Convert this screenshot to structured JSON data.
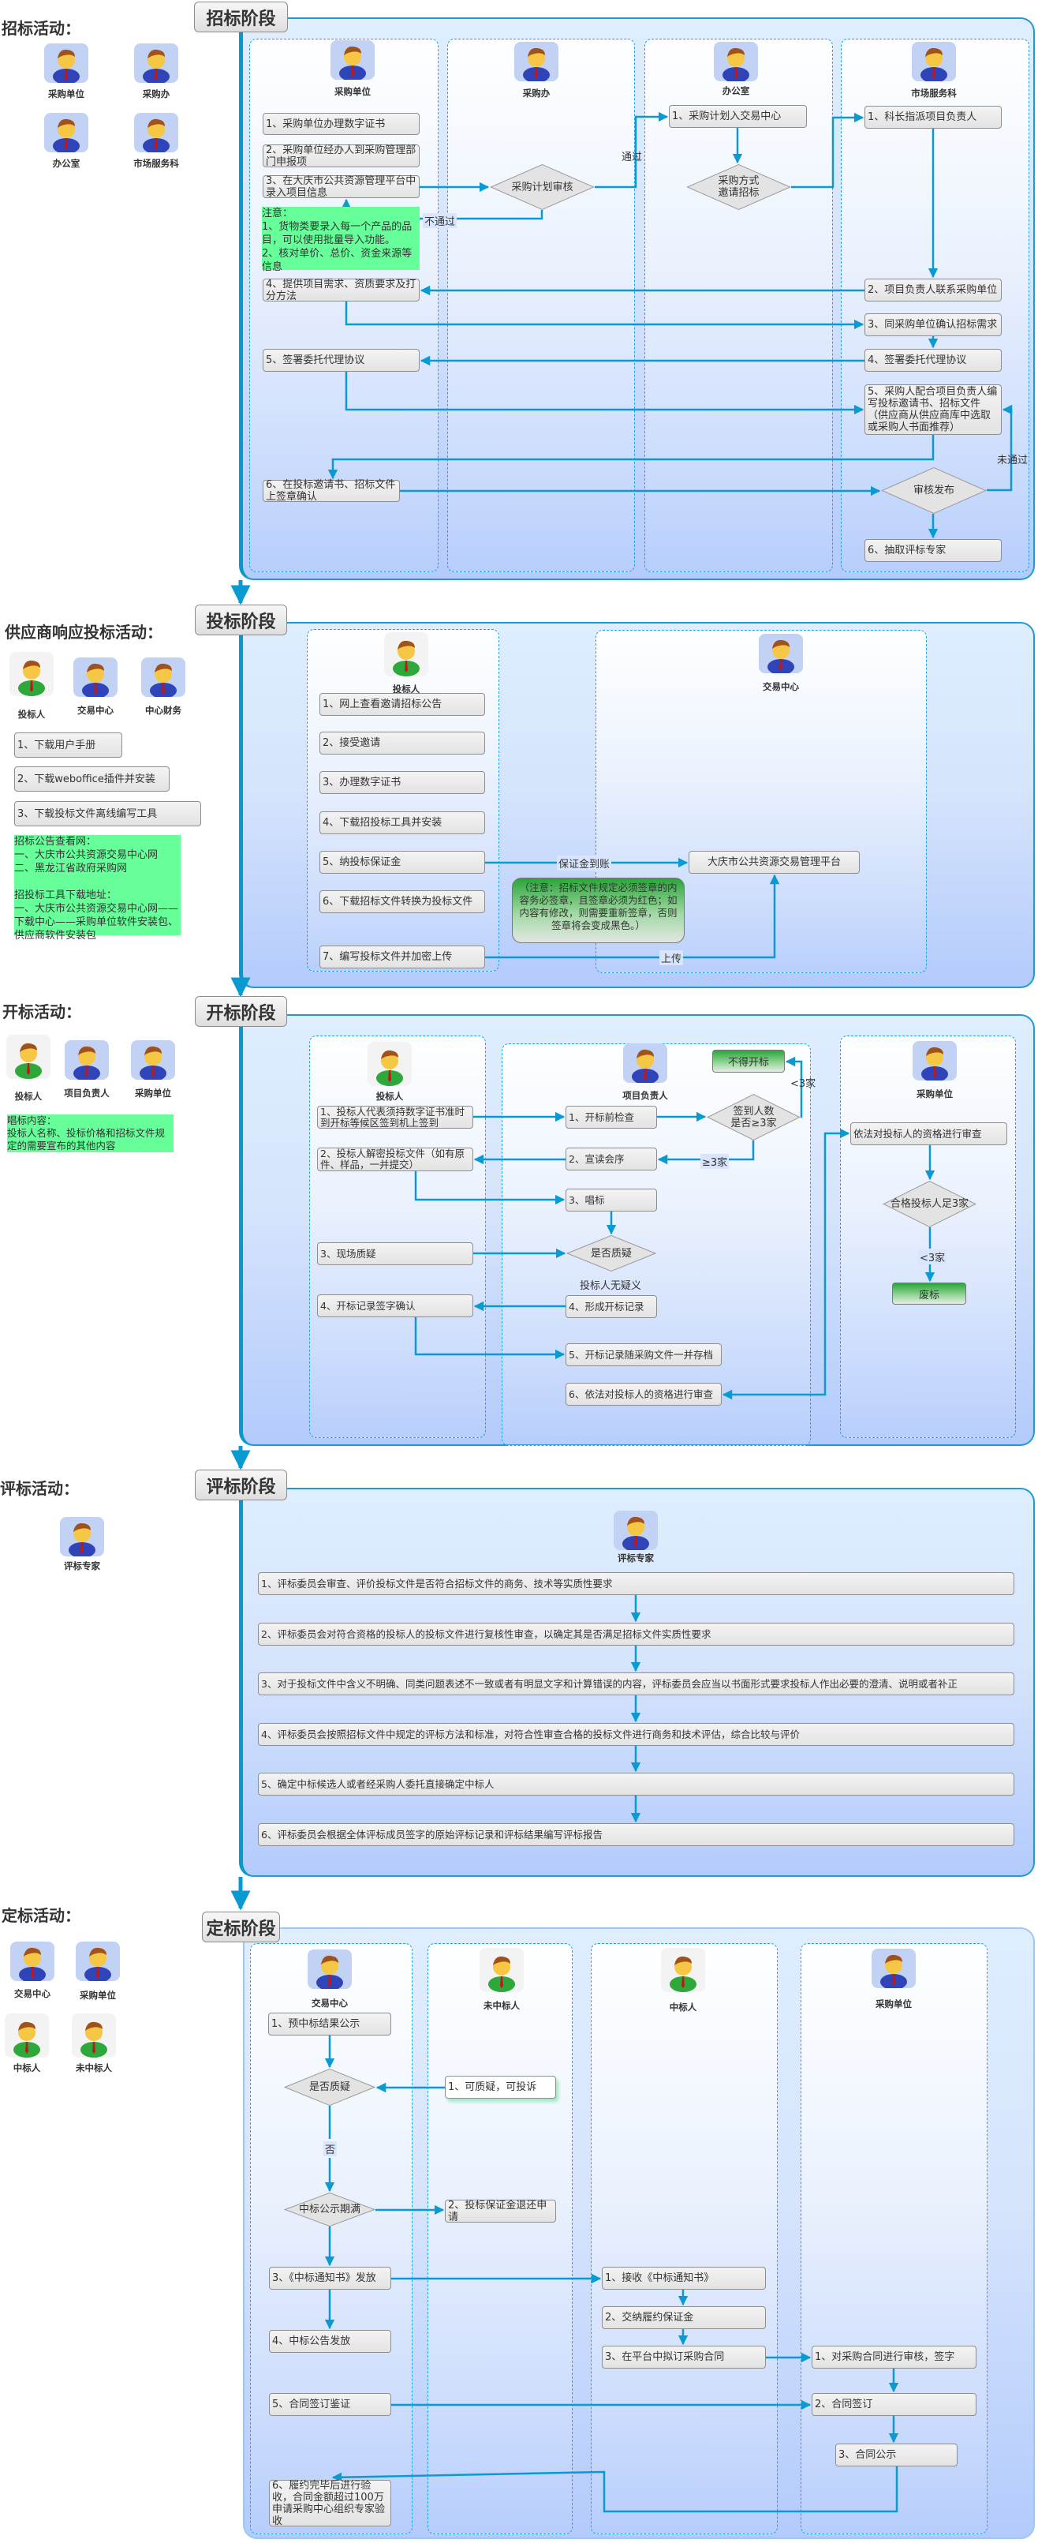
{
  "colors": {
    "connector": "#0a9ad2",
    "note_green": "#66ff99",
    "lane_border": "#1aa3ef",
    "panel_border": "#1e9bd2"
  },
  "s1": {
    "activity_title": "招标活动：",
    "stage": "招标阶段",
    "roles": [
      "采购单位",
      "采购办",
      "办公室",
      "市场服务科"
    ],
    "lanes": [
      "采购单位",
      "采购办",
      "办公室",
      "市场服务科"
    ],
    "unit_steps": [
      "1、采购单位办理数字证书",
      "2、采购单位经办人到采购管理部门申报项",
      "3、在大庆市公共资源管理平台中录入项目信息",
      "4、提供项目需求、资质要求及打分方法",
      "5、签署委托代理协议",
      "6、在投标邀请书、招标文件上签章确认"
    ],
    "note": "注意：\n1、货物类要录入每一个产品的品目，可以使用批量导入功能。\n2、核对单价、总价、资金来源等信息",
    "review_decision": "采购计划审核",
    "pass": "通过",
    "fail": "不通过",
    "office_step": "1、采购计划入交易中心",
    "method_decision": "采购方式\n邀请招标",
    "market_steps": [
      "1、科长指派项目负责人",
      "2、项目负责人联系采购单位",
      "3、同采购单位确认招标需求",
      "4、签署委托代理协议",
      "5、采购人配合项目负责人编写投标邀请书、招标文件（供应商从供应商库中选取或采购人书面推荐）",
      "6、抽取评标专家"
    ],
    "publish_decision": "审核发布",
    "not_pass": "未通过"
  },
  "s2": {
    "activity_title": "供应商响应投标活动：",
    "stage": "投标阶段",
    "roles": [
      "投标人",
      "交易中心",
      "中心财务"
    ],
    "prep_steps": [
      "1、下载用户手册",
      "2、下载weboffice插件并安装",
      "3、下载投标文件离线编写工具"
    ],
    "note": "招标公告查看网：\n一、大庆市公共资源交易中心网\n二、黑龙江省政府采购网\n\n招投标工具下载地址：\n一、大庆市公共资源交易中心网——下载中心——采购单位软件安装包、供应商软件安装包",
    "lanes": [
      "投标人",
      "交易中心"
    ],
    "bidder_steps": [
      "1、网上查看邀请招标公告",
      "2、接受邀请",
      "3、办理数字证书",
      "4、下载招投标工具并安装",
      "5、纳投标保证金",
      "6、下载招标文件转换为投标文件",
      "7、编写投标文件并加密上传"
    ],
    "platform": "大庆市公共资源交易管理平台",
    "deposit_label": "保证金到账",
    "upload_label": "上传",
    "seal_note": "（注意：招标文件规定必须签章的内容务必签章，且签章必须为红色；如内容有修改，则需要重新签章，否则签章将会变成黑色。）"
  },
  "s3": {
    "activity_title": "开标活动：",
    "stage": "开标阶段",
    "roles": [
      "投标人",
      "项目负责人",
      "采购单位"
    ],
    "note": "唱标内容：\n投标人名称、投标价格和招标文件规定的需要宣布的其他内容",
    "lanes": [
      "投标人",
      "项目负责人",
      "采购单位"
    ],
    "bidder_steps": [
      "1、投标人代表须持数字证书准时到开标等候区签到机上签到",
      "2、投标人解密投标文件（如有原件、样品，一并提交）",
      "3、现场质疑",
      "4、开标记录签字确认"
    ],
    "manager_steps": [
      "1、开标前检查",
      "2、宣读会序",
      "3、唱标",
      "4、形成开标记录",
      "5、开标记录随采购文件一并存档",
      "6、依法对投标人的资格进行审查"
    ],
    "signin_decision": "签到人数\n是否≥3家",
    "no_open": "不得开标",
    "lt3": "<3家",
    "ge3": "≥3家",
    "question_decision": "是否质疑",
    "no_objection": "投标人无疑义",
    "unit_step": "依法对投标人的资格进行审查",
    "qualified_decision": "合格投标人足3家",
    "lt3b": "<3家",
    "void": "废标"
  },
  "s4": {
    "activity_title": "评标活动：",
    "stage": "评标阶段",
    "roles": [
      "评标专家"
    ],
    "lane": "评标专家",
    "steps": [
      "1、评标委员会审查、评价投标文件是否符合招标文件的商务、技术等实质性要求",
      "2、评标委员会对符合资格的投标人的投标文件进行复核性审查，以确定其是否满足招标文件实质性要求",
      "3、对于投标文件中含义不明确、同类问题表述不一致或者有明显文字和计算错误的内容，评标委员会应当以书面形式要求投标人作出必要的澄清、说明或者补正",
      "4、评标委员会按照招标文件中规定的评标方法和标准，对符合性审查合格的投标文件进行商务和技术评估，综合比较与评价",
      "5、确定中标候选人或者经采购人委托直接确定中标人",
      "6、评标委员会根据全体评标成员签字的原始评标记录和评标结果编写评标报告"
    ]
  },
  "s5": {
    "activity_title": "定标活动：",
    "stage": "定标阶段",
    "roles": [
      "交易中心",
      "采购单位",
      "中标人",
      "未中标人"
    ],
    "lanes": [
      "交易中心",
      "未中标人",
      "中标人",
      "采购单位"
    ],
    "center_steps": [
      "1、预中标结果公示",
      "3、《中标通知书》发放",
      "4、中标公告发放",
      "5、合同签订鉴证",
      "6、履约完毕后进行验收，合同金额超过100万申请采购中心组织专家验收"
    ],
    "question_decision": "是否质疑",
    "no": "否",
    "expiry_decision": "中标公示期满",
    "loser_steps": [
      "1、可质疑，可投诉",
      "2、投标保证金退还申请"
    ],
    "winner_steps": [
      "1、接收《中标通知书》",
      "2、交纳履约保证金",
      "3、在平台中拟订采购合同"
    ],
    "unit_steps": [
      "1、对采购合同进行审核，签字",
      "2、合同签订",
      "3、合同公示"
    ]
  }
}
